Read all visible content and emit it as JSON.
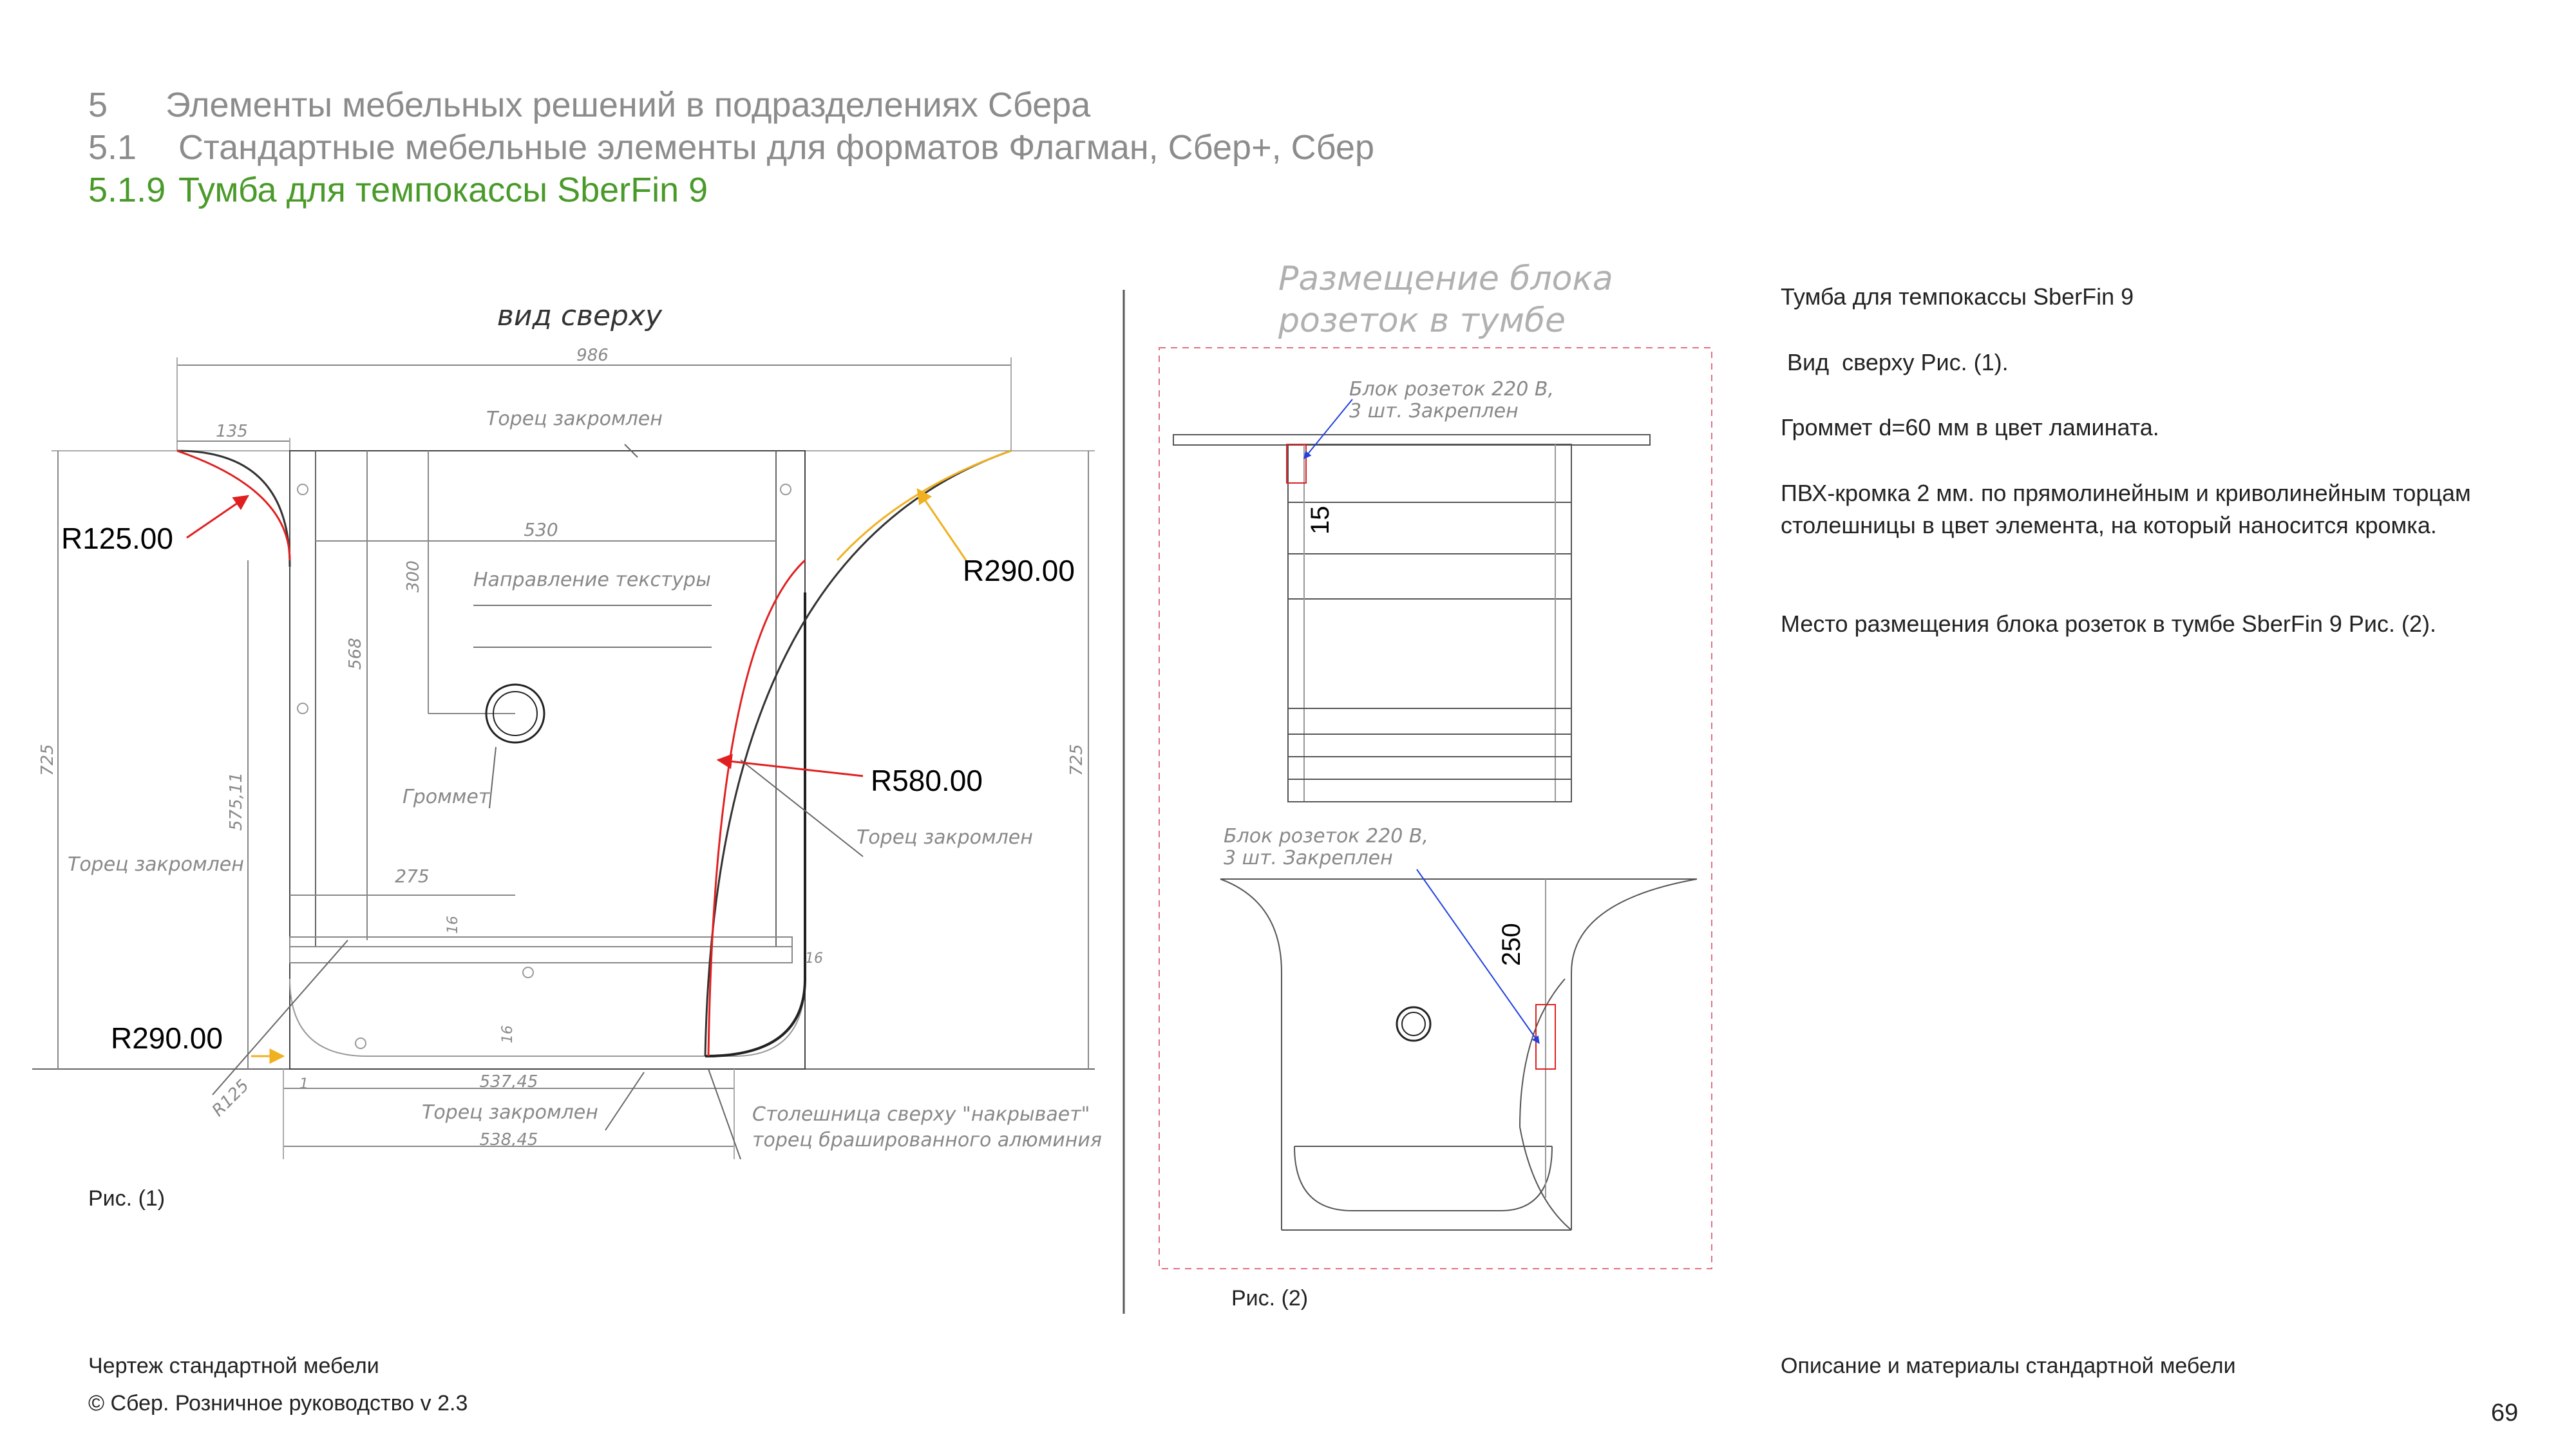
{
  "header": {
    "section_num": "5",
    "section_title": "Элементы мебельных решений в подразделениях Сбера",
    "subsection_num": "5.1",
    "subsection_title": "Стандартные мебельные элементы для форматов Флагман, Сбер+, Сбер",
    "item_num": "5.1.9",
    "item_title": "Тумба для темпокассы SberFin 9"
  },
  "drawing1": {
    "view_title": "вид сверху",
    "dims": {
      "top_width": "986",
      "left_offset": "135",
      "inner_width": "530",
      "depth_300": "300",
      "depth_568": "568",
      "height_725_left": "725",
      "height_725_right": "725",
      "depth_575": "575,11",
      "width_275": "275",
      "dim_16a": "16",
      "dim_16b": "16",
      "dim_16c": "16",
      "dim_1": "1",
      "bottom_537": "537,45",
      "bottom_538": "538,45",
      "r125_small": "R125"
    },
    "labels": {
      "edge_top": "Торец закромлен",
      "texture": "Направление текстуры",
      "grommet": "Громмет",
      "edge_right": "Торец закромлен",
      "edge_left": "Торец закромлен",
      "edge_bottom": "Торец закромлен",
      "countertop_line1": "Столешница сверху \"накрывает\"",
      "countertop_line2": "торец брашированного алюминия"
    },
    "radii": {
      "r125": "R125.00",
      "r290_right": "R290.00",
      "r580": "R580.00",
      "r290_left": "R290.00"
    },
    "caption": "Рис. (1)"
  },
  "drawing2": {
    "title_line1": "Размещение блока",
    "title_line2": "розеток в тумбе",
    "socket_top_line1": "Блок розеток 220 В,",
    "socket_top_line2": "3 шт. Закреплен",
    "dim_15": "15",
    "socket_bottom_line1": "Блок розеток 220 В,",
    "socket_bottom_line2": "3 шт. Закреплен",
    "dim_250": "250",
    "caption": "Рис. (2)"
  },
  "description": {
    "title": "Тумба для темпокассы SberFin 9",
    "line1": " Вид  сверху Рис. (1).",
    "line2": "Громмет d=60 мм в цвет ламината.",
    "line3a": "ПВХ-кромка 2 мм. по прямолинейным и криволинейным торцам",
    "line3b": "столешницы в цвет элемента, на который наносится кромка.",
    "line4": "Место размещения блока розеток в тумбе SberFin 9 Рис. (2)."
  },
  "footer": {
    "left_title": "Чертеж стандартной мебели",
    "copyright": "© Сбер. Розничное руководство  v 2.3",
    "right_title": "Описание и материалы  стандартной мебели",
    "page_number": "69"
  },
  "colors": {
    "gray_header": "#8c8c8c",
    "green_header": "#4a9a2a",
    "red_callout": "#e02020",
    "yellow_callout": "#f0b020",
    "blue_leader": "#2040e0",
    "pink_frame": "#e07080"
  }
}
